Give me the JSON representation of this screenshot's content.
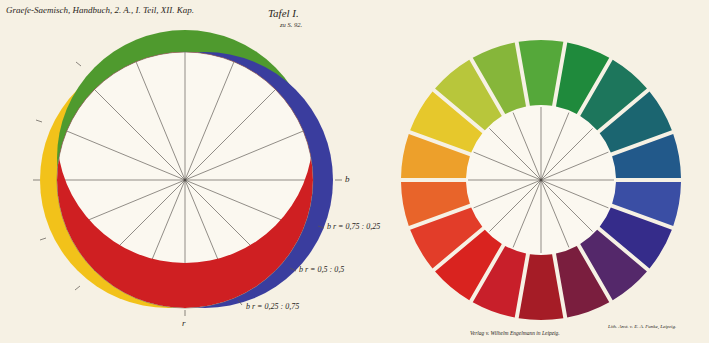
{
  "diagram": {
    "title": "Tafel I.",
    "labels": [
      "Graefe-Saemisch, Handbuch, 2. A., I. Teil, XII. Kap.",
      "zu S. 92.",
      "b",
      "b r = 0,75 : 0,25",
      "b r = 0,5 : 0,5",
      "b r = 0,25 : 0,75",
      "r",
      "Verlag v. Wilhelm Engelmann in Leipzig.",
      "Lith. Anst. v. E. A. Funke, Leipzig."
    ]
  }
}
